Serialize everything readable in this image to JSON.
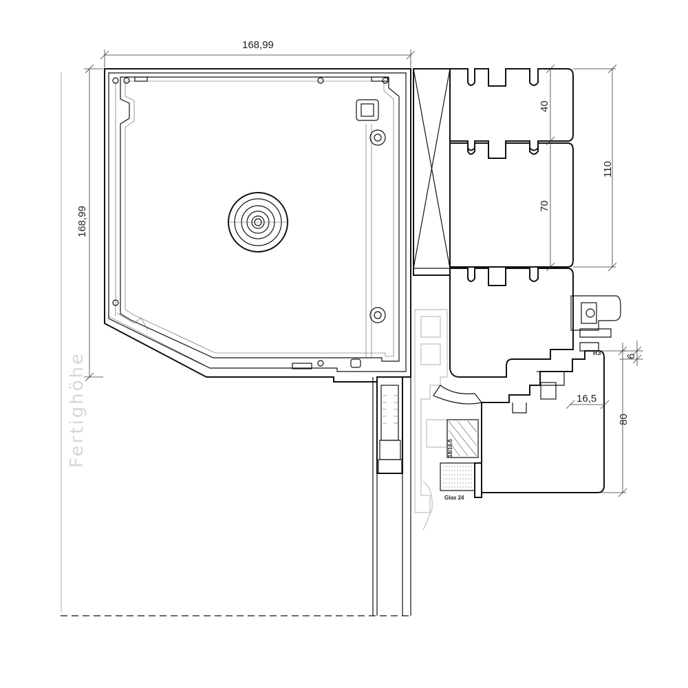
{
  "dimensions": {
    "box_width": "168,99",
    "box_height": "168,99",
    "d40": "40",
    "d70": "70",
    "d110": "110",
    "d80": "80",
    "d16_5": "16,5",
    "d6": "6",
    "radius": "R3"
  },
  "labels": {
    "fertighoehe": "Fertighöhe",
    "glass_thickness": "18/16.5",
    "glass_label": "Glas 24"
  }
}
